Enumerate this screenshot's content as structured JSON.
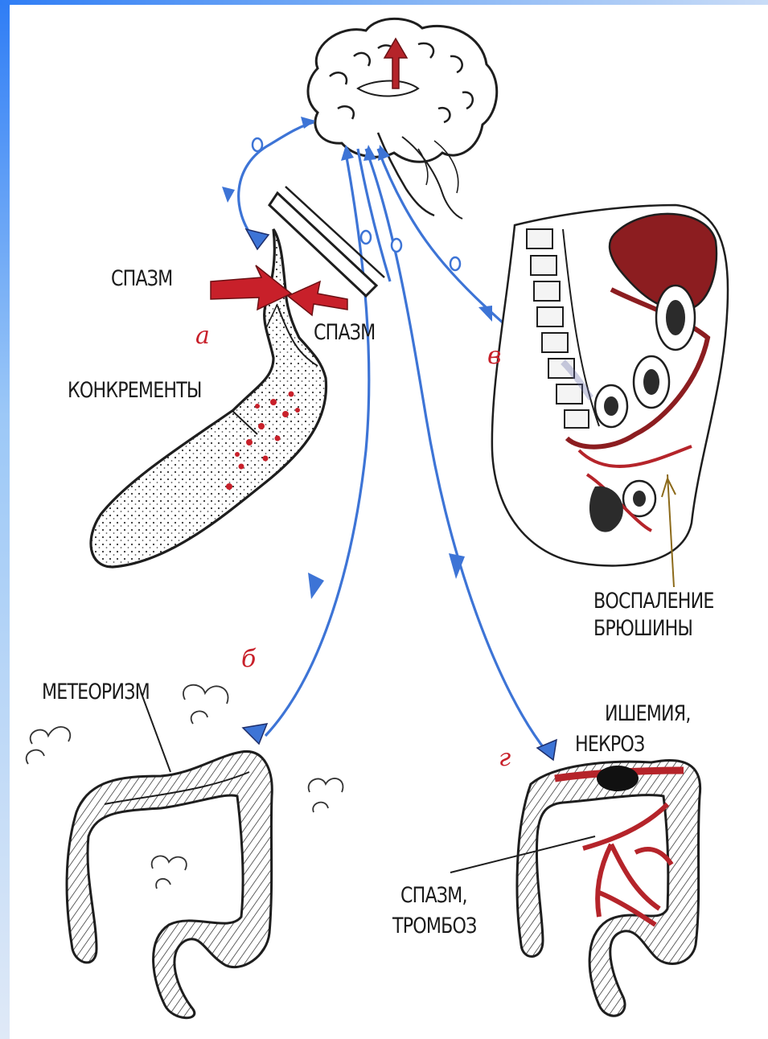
{
  "labels": {
    "spasm_left": "СПАЗМ",
    "spasm_right": "СПАЗМ",
    "concrements": "КОНКРЕМЕНТЫ",
    "peritonitis_1": "ВОСПАЛЕНИЕ",
    "peritonitis_2": "БРЮШИНЫ",
    "meteorism": "МЕТЕОРИЗМ",
    "ischemia_1": "ИШЕМИЯ,",
    "ischemia_2": "НЕКРОЗ",
    "spasm_thrombosis_1": "СПАЗМ,",
    "spasm_thrombosis_2": "ТРОМБОЗ"
  },
  "letters": {
    "a": "а",
    "b": "б",
    "v": "в",
    "g": "г"
  },
  "colors": {
    "nerve": "#3d74d6",
    "red": "#b5242a",
    "ink": "#1e1e1e",
    "frame": "#2f7df5"
  }
}
